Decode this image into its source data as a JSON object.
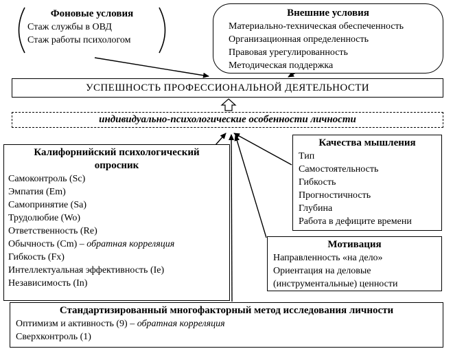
{
  "background": {
    "title": "Фоновые условия",
    "items": [
      "Стаж службы в ОВД",
      "Стаж работы психологом"
    ]
  },
  "external": {
    "title": "Внешние условия",
    "items": [
      "Материально-техническая обеспеченность",
      "Организационная определенность",
      "Правовая урегулированность",
      "Методическая поддержка"
    ]
  },
  "success": {
    "label": "УСПЕШНОСТЬ ПРОФЕССИОНАЛЬНОЙ ДЕЯТЕЛЬНОСТИ"
  },
  "individual": {
    "label": "индивидуально-психологические особенности личности"
  },
  "cpi": {
    "title": "Калифорнийский психологический опросник",
    "items": [
      {
        "text": "Самоконтроль (Sc)"
      },
      {
        "text": "Эмпатия (Em)"
      },
      {
        "text": "Самопринятие (Sa)"
      },
      {
        "text": "Трудолюбие (Wo)"
      },
      {
        "text": "Ответственность (Re)"
      },
      {
        "text": "Обычность (Cm) ",
        "note": "– обратная корреляция"
      },
      {
        "text": "Гибкость (Fx)"
      },
      {
        "text": "Интеллектуальная эффективность (Ie)"
      },
      {
        "text": "Независимость (In)"
      }
    ]
  },
  "thinking": {
    "title": "Качества мышления",
    "items": [
      "Тип",
      "Самостоятельность",
      "Гибкость",
      "Прогностичность",
      "Глубина",
      "Работа в дефиците времени"
    ]
  },
  "motivation": {
    "title": "Мотивация",
    "items": [
      "Направленность «на дело»",
      "Ориентация на деловые (инструментальные) ценности"
    ]
  },
  "smil": {
    "title": "Стандартизированный многофакторный метод исследования личности",
    "items": [
      {
        "text": "Оптимизм и активность (9) ",
        "note": "– обратная корреляция"
      },
      {
        "text": "Сверхконтроль (1)"
      }
    ]
  }
}
